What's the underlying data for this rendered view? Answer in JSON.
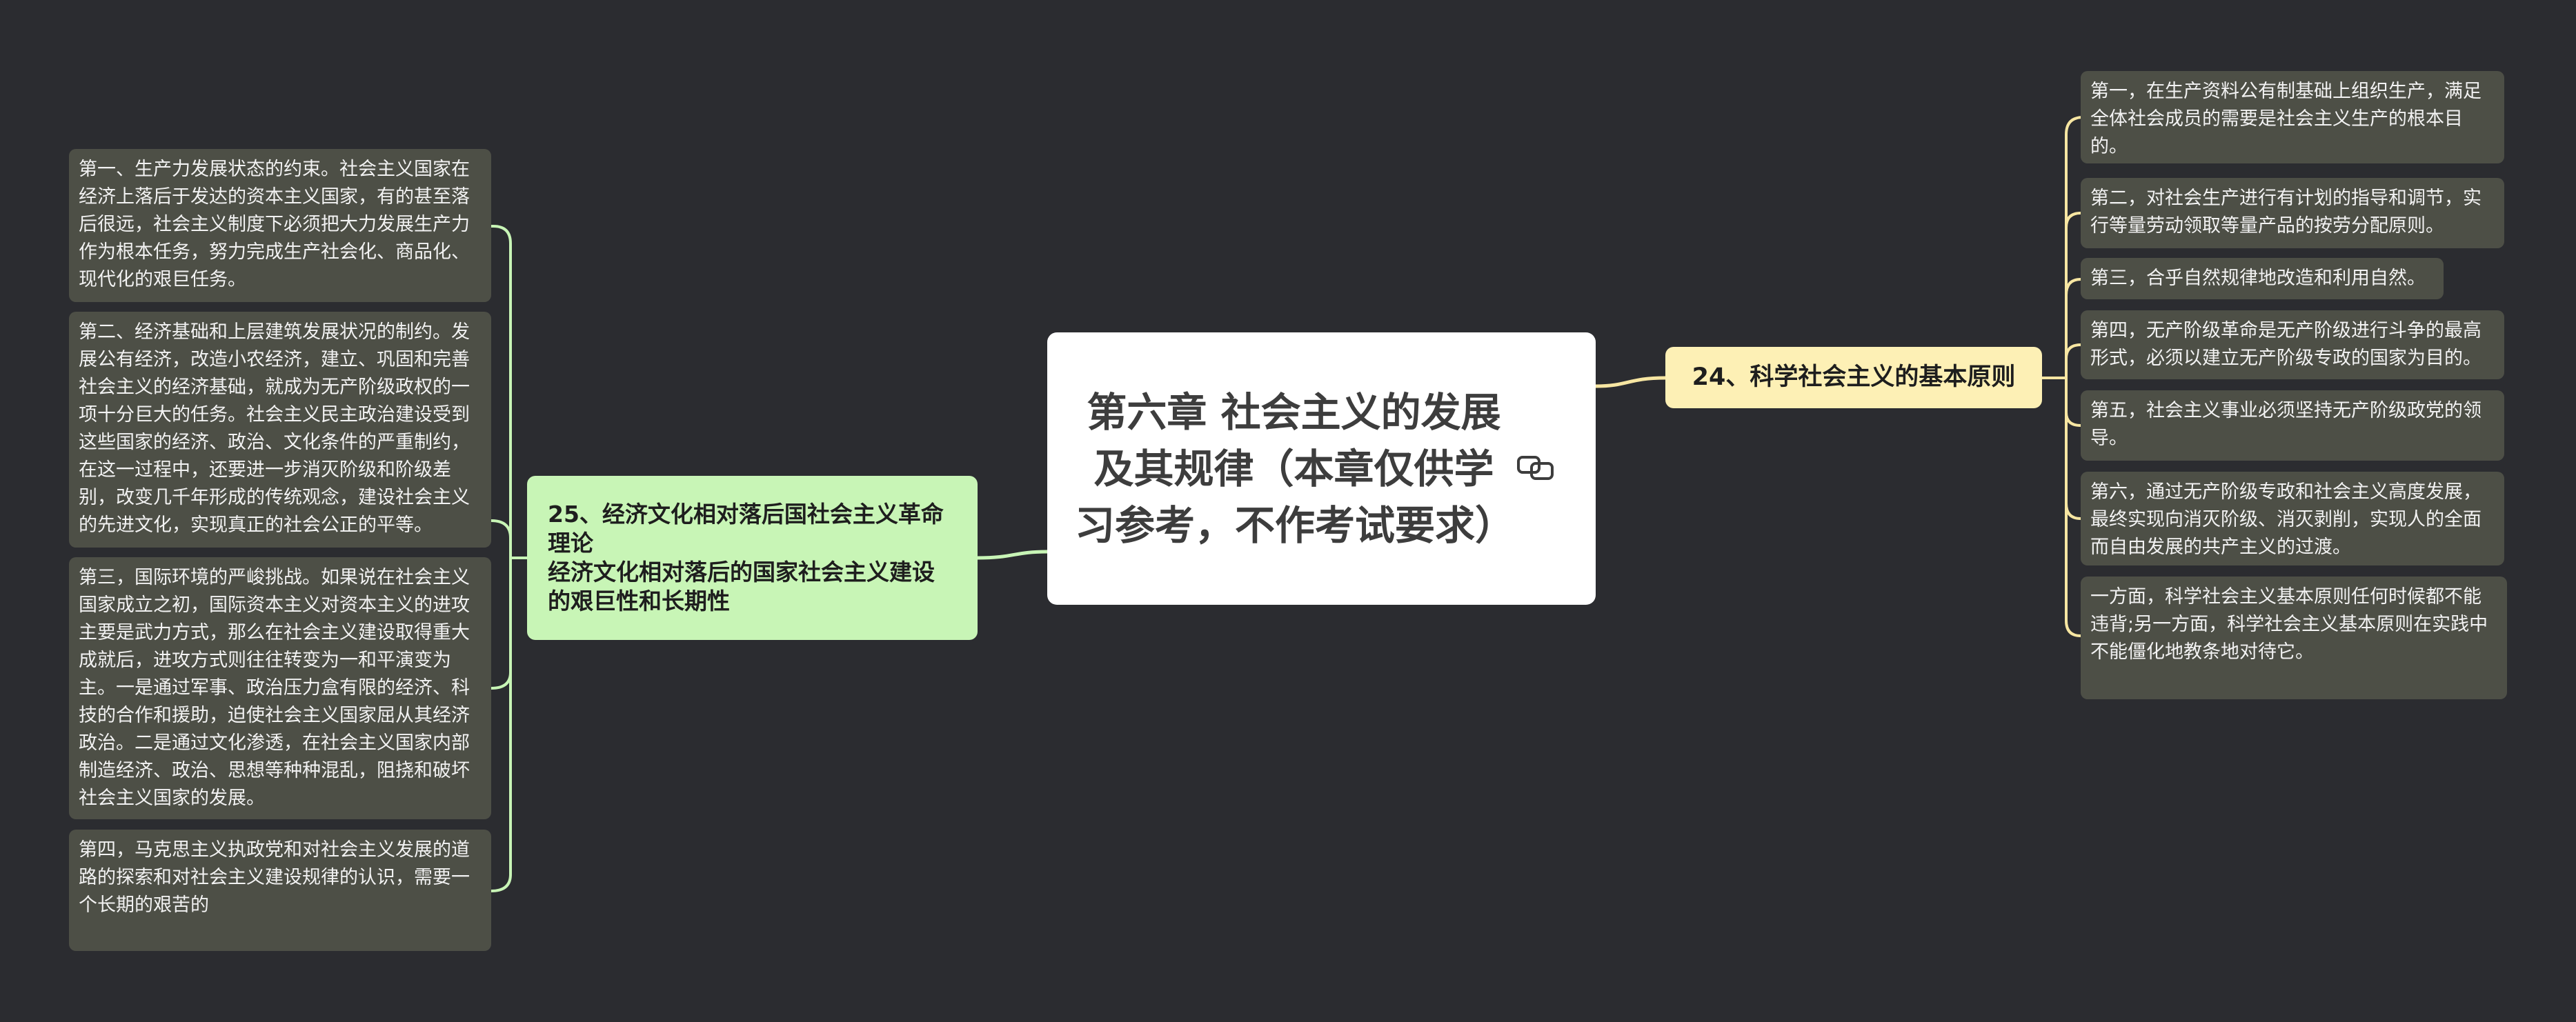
{
  "root": {
    "title": "第六章  社会主义的发展及其规律（本章仅供学习参考，不作考试要求）",
    "icon": "link-icon"
  },
  "right_branch": {
    "label": "24、科学社会主义的基本原则",
    "children": [
      "第一，在生产资料公有制基础上组织生产，满足全体社会成员的需要是社会主义生产的根本目的。",
      "第二，对社会生产进行有计划的指导和调节，实行等量劳动领取等量产品的按劳分配原则。",
      "第三，合乎自然规律地改造和利用自然。",
      "第四，无产阶级革命是无产阶级进行斗争的最高形式，必须以建立无产阶级专政的国家为目的。",
      "第五，社会主义事业必须坚持无产阶级政党的领导。",
      "第六，通过无产阶级专政和社会主义高度发展，最终实现向消灭阶级、消灭剥削，实现人的全面而自由发展的共产主义的过渡。",
      "一方面，科学社会主义基本原则任何时候都不能违背;另一方面，科学社会主义基本原则在实践中不能僵化地教条地对待它。"
    ]
  },
  "left_branch": {
    "label_line1": "25、经济文化相对落后国社会主义革命理论",
    "label_line2": "经济文化相对落后的国家社会主义建设的艰巨性和长期性",
    "children": [
      "第一、生产力发展状态的约束。社会主义国家在经济上落后于发达的资本主义国家，有的甚至落后很远，社会主义制度下必须把大力发展生产力作为根本任务，努力完成生产社会化、商品化、现代化的艰巨任务。",
      "第二、经济基础和上层建筑发展状况的制约。发展公有经济，改造小农经济，建立、巩固和完善社会主义的经济基础，就成为无产阶级政权的一项十分巨大的任务。社会主义民主政治建设受到这些国家的经济、政治、文化条件的严重制约，在这一过程中，还要进一步消灭阶级和阶级差别，改变几千年形成的传统观念，建设社会主义的先进文化，实现真正的社会公正的平等。",
      "第三，国际环境的严峻挑战。如果说在社会主义国家成立之初，国际资本主义对资本主义的进攻主要是武力方式，那么在社会主义建设取得重大成就后，进攻方式则往往转变为一和平演变为主。一是通过军事、政治压力盒有限的经济、科技的合作和援助，迫使社会主义国家屈从其经济政治。二是通过文化渗透，在社会主义国家内部制造经济、政治、思想等种种混乱，阻挠和破坏社会主义国家的发展。",
      "第四，马克思主义执政党和对社会主义发展的道路的探索和对社会主义建设规律的认识，需要一个长期的艰苦的"
    ]
  },
  "colors": {
    "background": "#2b2c30",
    "root": "#ffffff",
    "branch_right": "#fdf0b5",
    "branch_left": "#c8f5b6",
    "leaf": "#4d4f46",
    "connector_right": "#f7e6a2",
    "connector_left": "#c8f5b6"
  }
}
